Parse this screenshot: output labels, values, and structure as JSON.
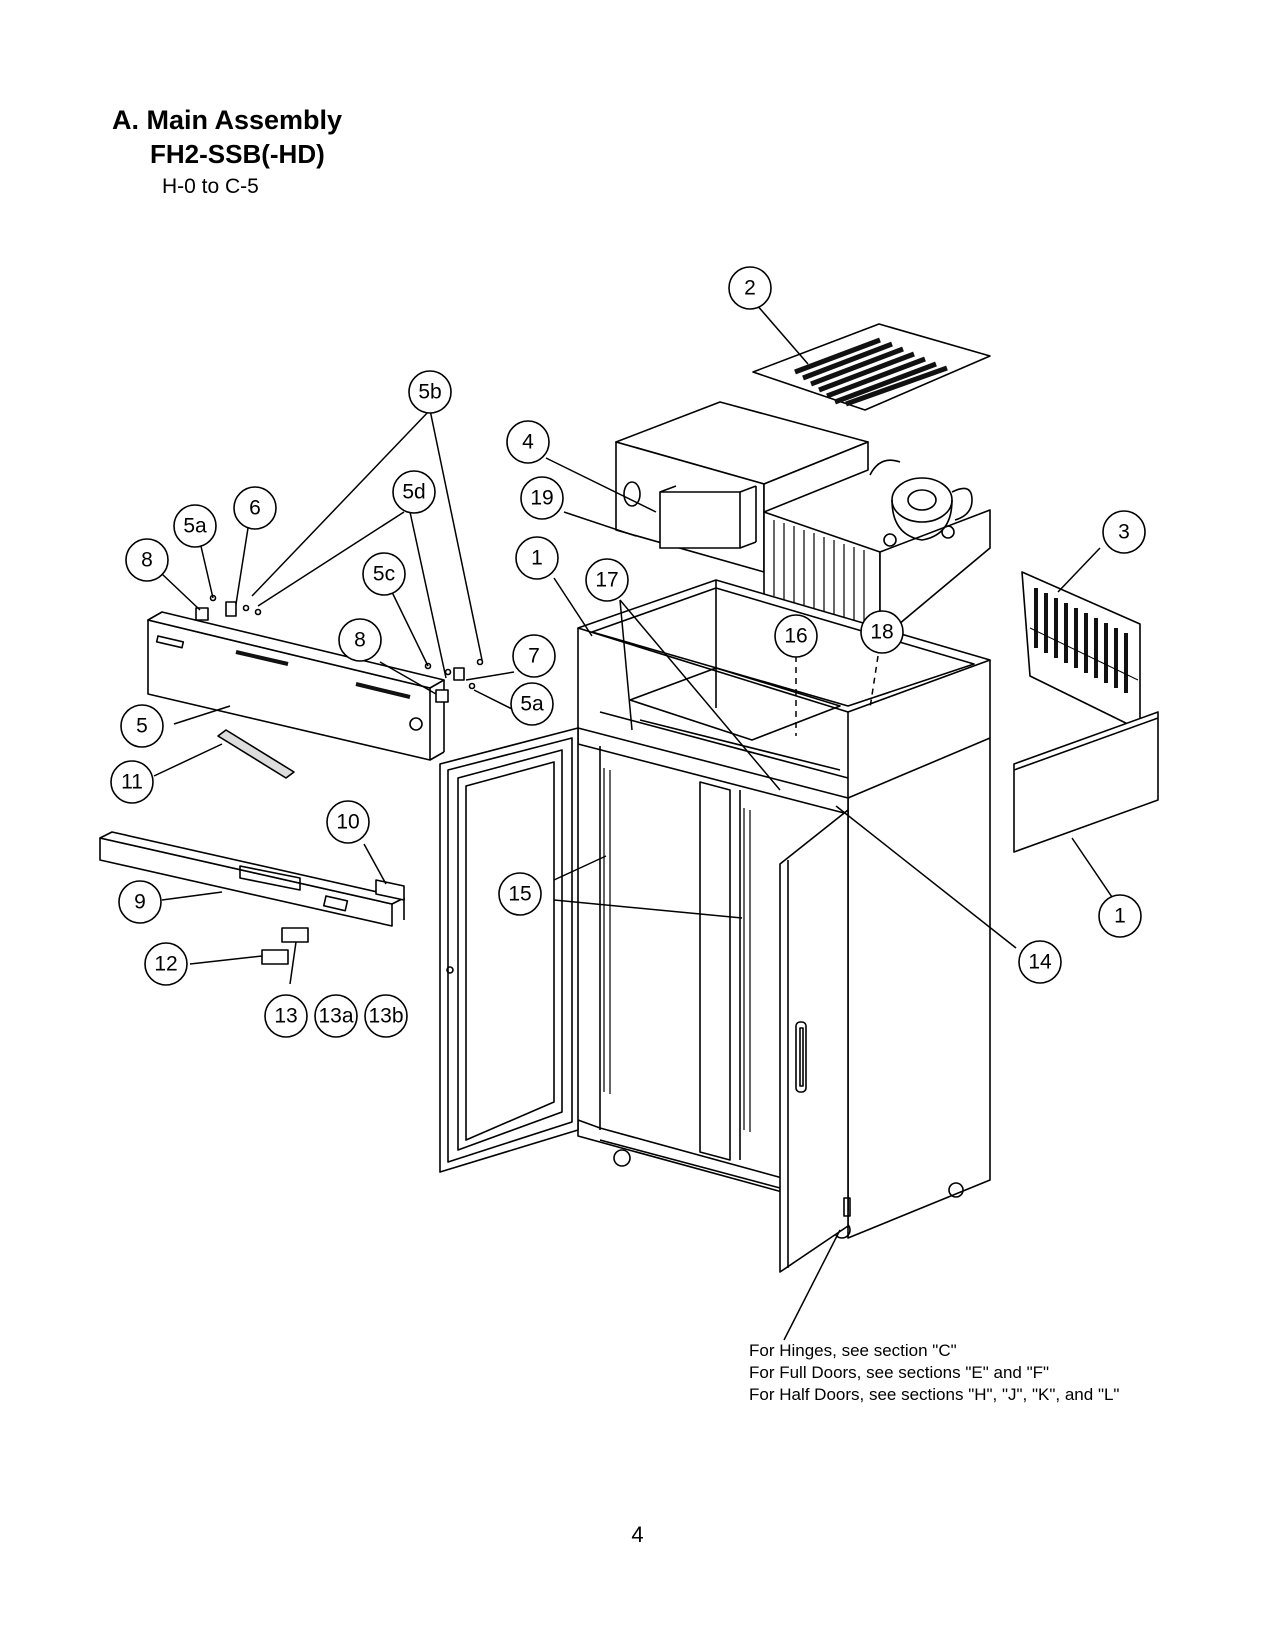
{
  "header": {
    "title": "A. Main Assembly",
    "model": "FH2-SSB(-HD)",
    "serial_range": "H-0 to C-5"
  },
  "callouts": [
    "2",
    "5b",
    "4",
    "5d",
    "6",
    "5a",
    "19",
    "3",
    "8",
    "5c",
    "1",
    "17",
    "8",
    "7",
    "16",
    "18",
    "5a",
    "5",
    "11",
    "10",
    "1",
    "15",
    "9",
    "14",
    "12",
    "13",
    "13a",
    "13b"
  ],
  "notes": [
    "For Hinges, see section \"C\"",
    "For Full Doors, see sections \"E\" and \"F\"",
    "For Half Doors, see sections \"H\", \"J\", \"K\", and \"L\""
  ],
  "page_number": "4"
}
